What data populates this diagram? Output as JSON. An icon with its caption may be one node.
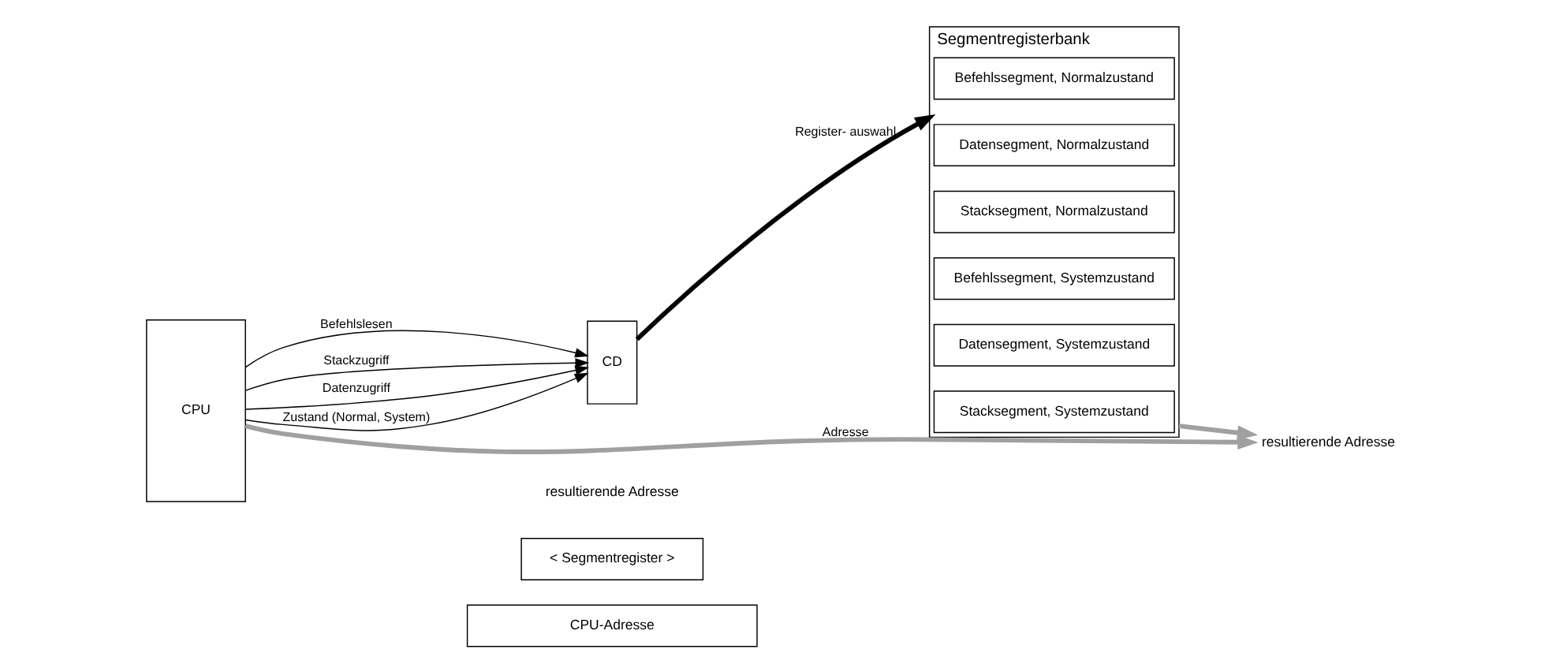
{
  "diagram": {
    "nodes": [
      {
        "text": [
          "CPU"
        ]
      },
      {
        "text": [
          "CD"
        ]
      },
      {
        "text": [
          "Segmentregisterbank"
        ]
      },
      {
        "text": [
          "Befehlssegment, Normalzustand"
        ],
        "in": 2
      },
      {
        "text": [
          "Datensegment, Normalzustand"
        ],
        "in": 2
      },
      {
        "text": [
          "Stacksegment, Normalzustand"
        ],
        "in": 2
      },
      {
        "text": [
          "Befehlssegment, Systemzustand"
        ],
        "in": 2
      },
      {
        "text": [
          "Datensegment, Systemzustand"
        ],
        "in": 2
      },
      {
        "text": [
          "Stacksegment, Systemzustand"
        ],
        "in": 2
      },
      {
        "text": [
          "resultierende Adresse"
        ]
      },
      {
        "text": [
          "< Segmentregister >"
        ]
      },
      {
        "text": [
          "CPU-Adresse"
        ]
      }
    ],
    "edges": [
      {
        "from": 0,
        "to": 9,
        "arrow": "to",
        "label": "Adresse",
        "style": "thick",
        "color": "#a0a0a0"
      },
      {
        "from": 0,
        "to": 1,
        "arrow": "to",
        "label": "Befehlslesen"
      },
      {
        "from": 0,
        "to": 1,
        "arrow": "to",
        "label": "Stackzugriff"
      },
      {
        "from": 0,
        "to": 1,
        "arrow": "to",
        "label": "Datenzugriff"
      },
      {
        "from": 0,
        "to": 1,
        "arrow": "to",
        "label": "Zustand (Normal, System)"
      },
      {
        "from": 1,
        "to": 2,
        "arrow": "to",
        "label": "Register- auswahl",
        "style": "thick"
      },
      {
        "from": 2,
        "to": 9,
        "arrow": "to",
        "style": "thick",
        "color": "#a0a0a0"
      }
    ],
    "labels": [
      "resultierende Adresse"
    ]
  }
}
